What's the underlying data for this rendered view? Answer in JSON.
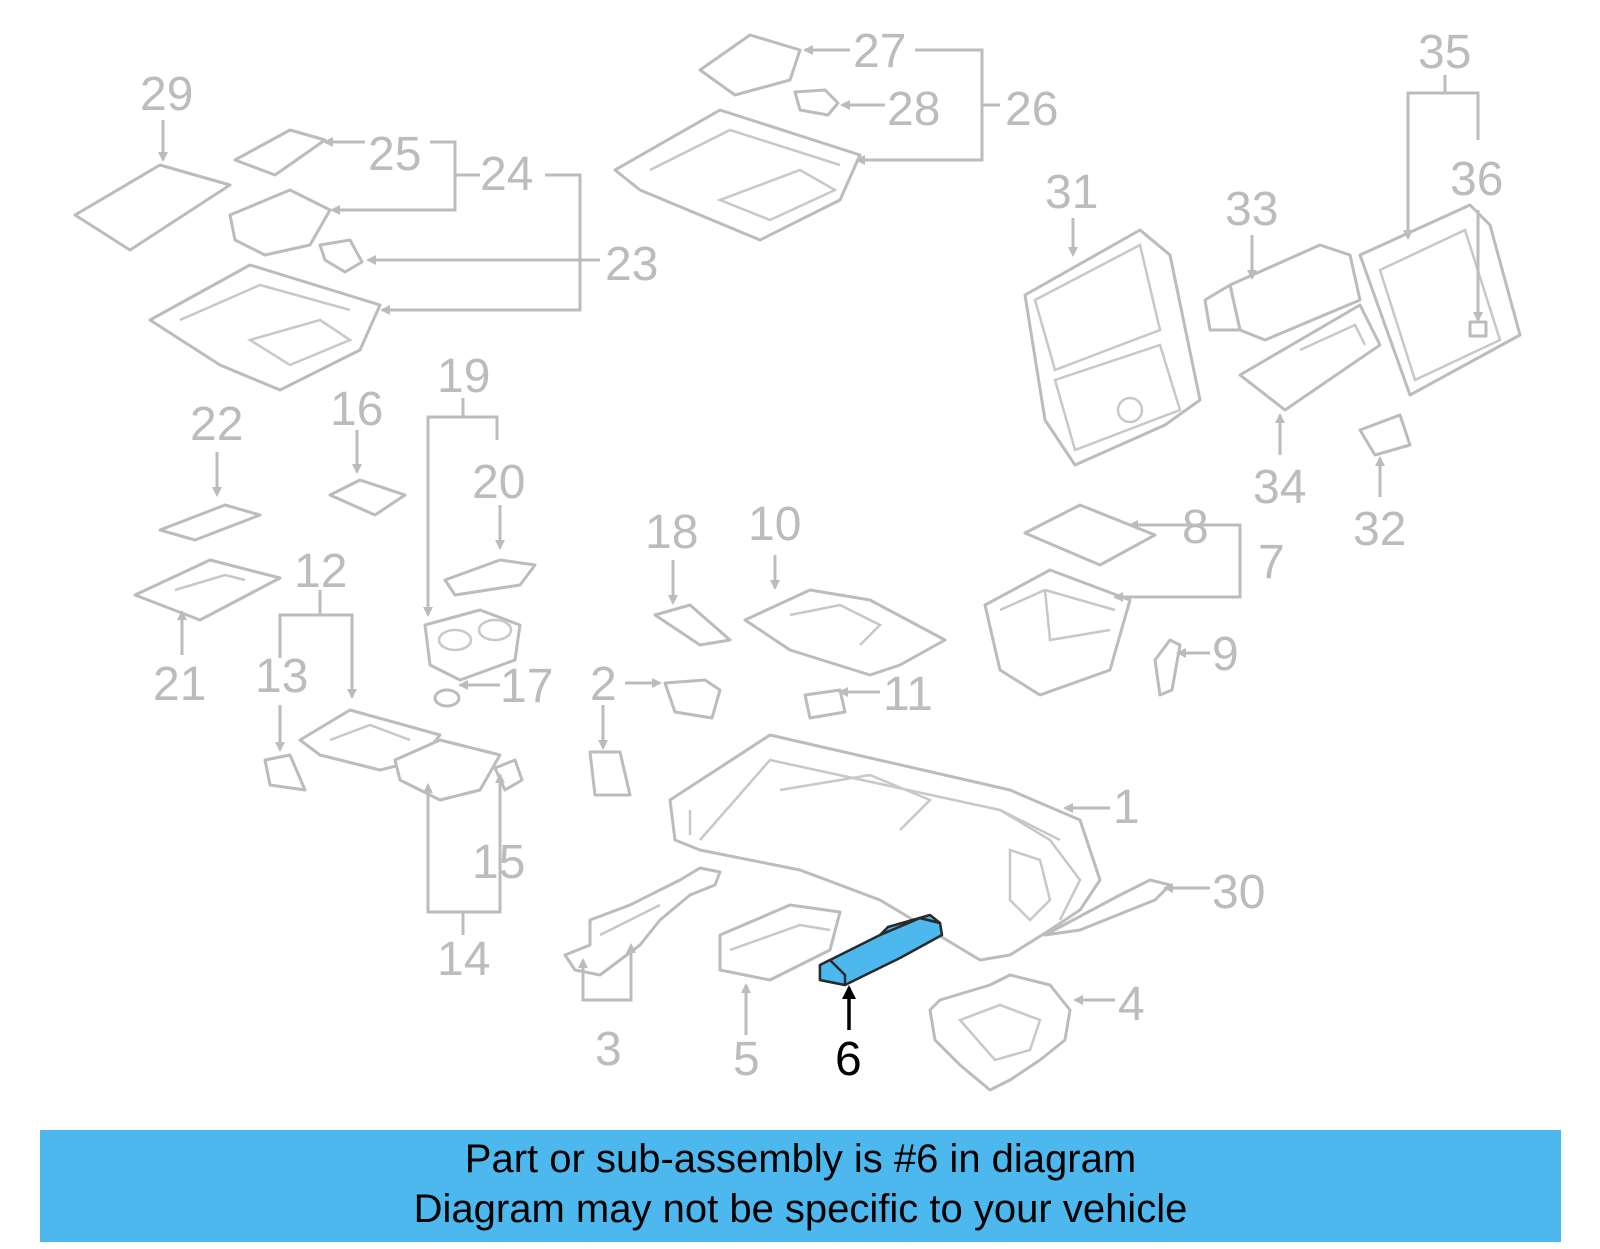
{
  "diagram": {
    "highlighted_part": "6",
    "highlight_color": "#4cb8ee",
    "line_color": "#bcbcbc",
    "callouts": [
      "1",
      "2",
      "3",
      "4",
      "5",
      "6",
      "7",
      "8",
      "9",
      "10",
      "11",
      "12",
      "13",
      "14",
      "15",
      "16",
      "17",
      "18",
      "19",
      "20",
      "21",
      "22",
      "23",
      "24",
      "25",
      "26",
      "27",
      "28",
      "29",
      "30",
      "31",
      "32",
      "33",
      "34",
      "35",
      "36"
    ]
  },
  "banner": {
    "line1": "Part or sub-assembly is #6 in diagram",
    "line2": "Diagram may not be specific to your vehicle",
    "background": "#4cb8ee"
  }
}
